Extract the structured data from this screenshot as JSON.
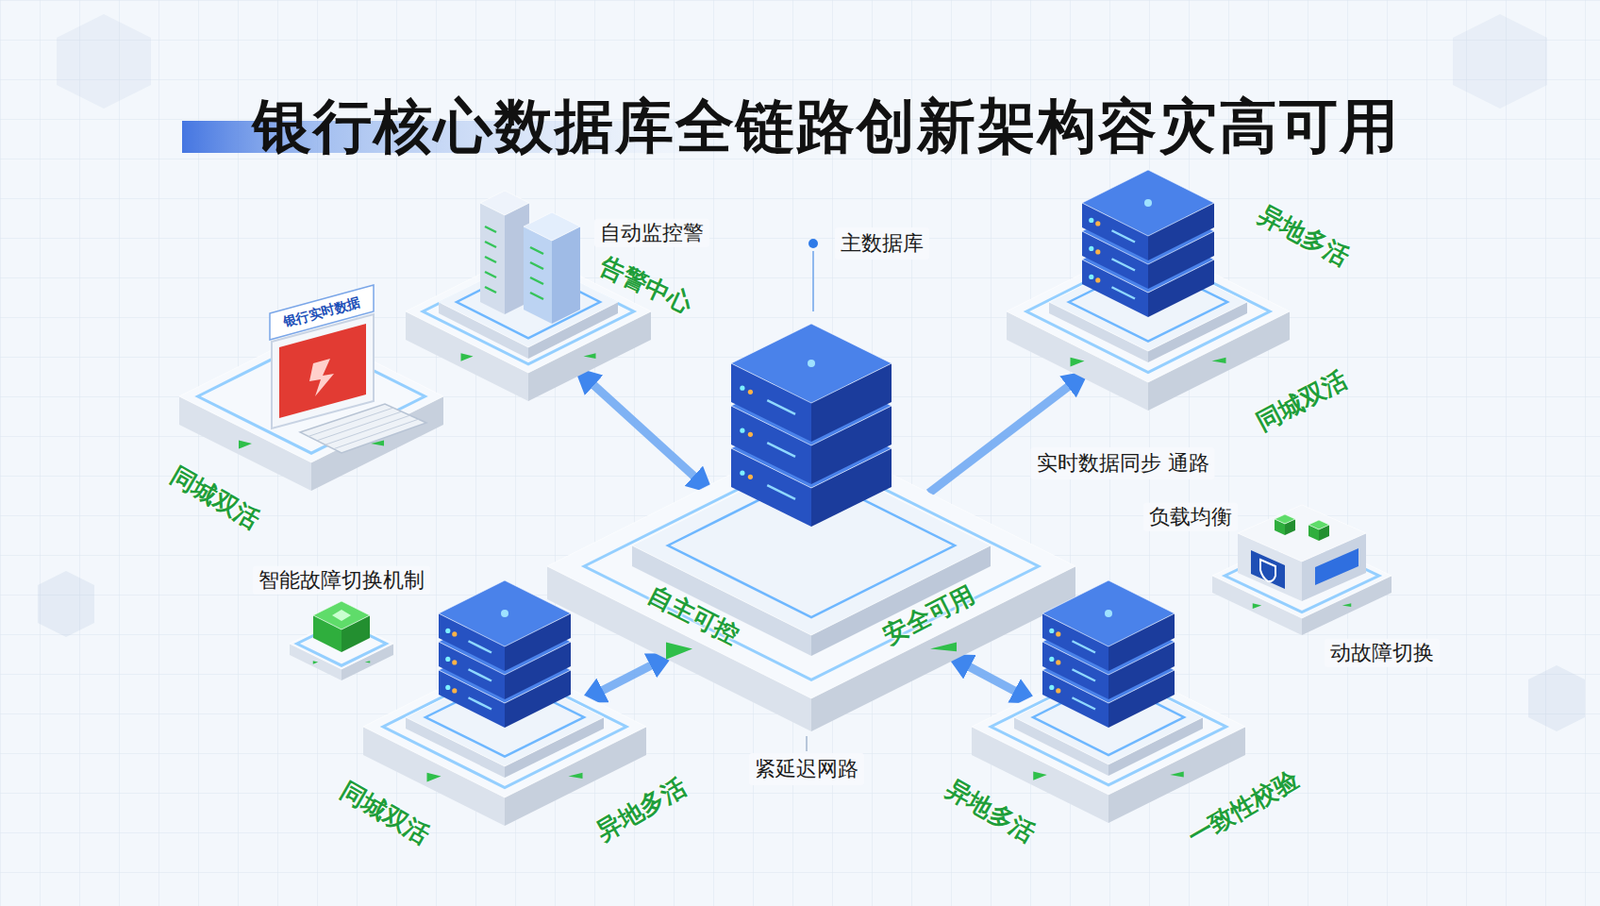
{
  "diagram": {
    "title": "银行核心数据库全链路创新架构容灾高可用",
    "nodes": [
      {
        "text": [
          "自主可控",
          "安全可用"
        ]
      },
      {
        "text": [
          "银行实时数据",
          "同城双活"
        ]
      },
      {
        "text": [
          "自动监控警",
          "告警中心"
        ]
      },
      {
        "text": [
          "异地多活",
          "同城双活"
        ]
      },
      {
        "text": [
          "同城双活",
          "异地多活"
        ]
      },
      {
        "text": [
          "异地多活",
          "一致性校验"
        ]
      },
      {
        "text": [
          "负载均衡",
          "动故障切换"
        ]
      },
      {
        "text": [
          "智能故障切换机制"
        ]
      }
    ],
    "edges": [
      {
        "from": 2,
        "to": 0,
        "arrow": "both"
      },
      {
        "from": 0,
        "to": 3,
        "arrow": "to",
        "label": "实时数据同步 通路"
      },
      {
        "from": 4,
        "to": 0,
        "arrow": "both"
      },
      {
        "from": 0,
        "to": 5,
        "arrow": "both"
      }
    ],
    "labels": [
      "主数据库",
      "紧延迟网路"
    ]
  }
}
